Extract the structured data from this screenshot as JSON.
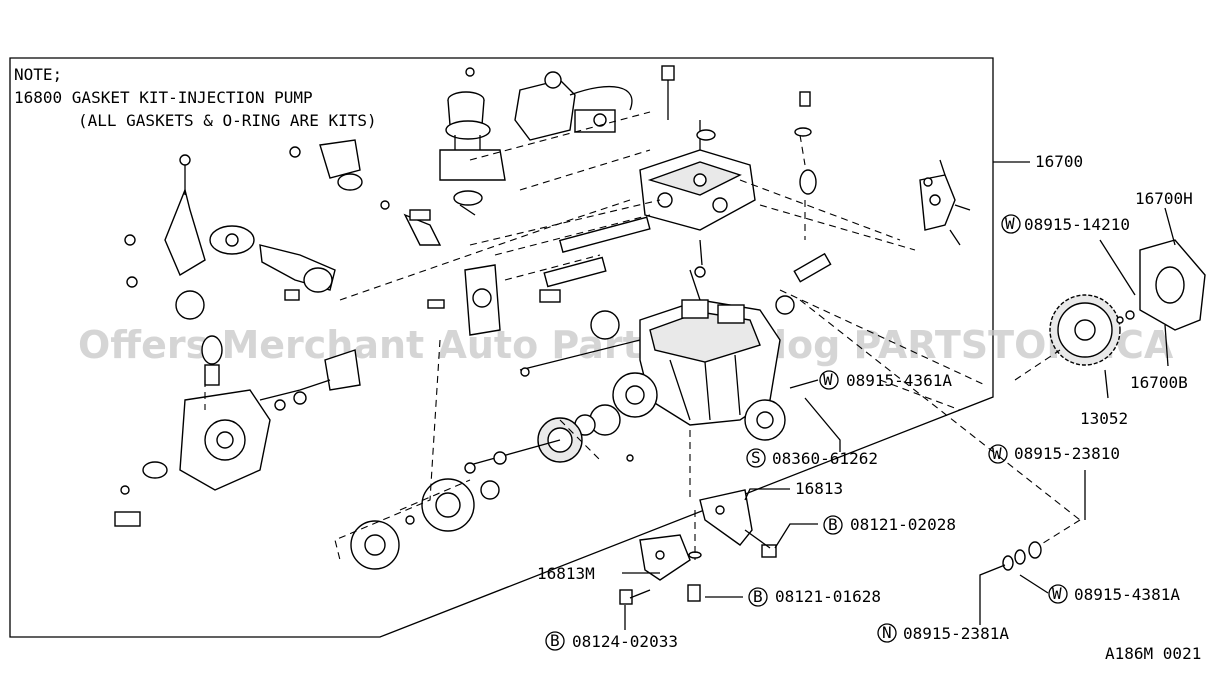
{
  "note": {
    "line1": "NOTE;",
    "line2": "16800 GASKET KIT-INJECTION PUMP",
    "line3": "(ALL GASKETS & O-RING ARE KITS)"
  },
  "watermark": "Offers Merchant Auto Parts Catalog PARTSTORE.CA",
  "callouts": [
    {
      "id": "16700",
      "text": "16700",
      "prefix": ""
    },
    {
      "id": "16700h",
      "text": "16700H",
      "prefix": ""
    },
    {
      "id": "w-08915-14210",
      "text": "08915-14210",
      "prefix": "W"
    },
    {
      "id": "16700b",
      "text": "16700B",
      "prefix": ""
    },
    {
      "id": "w-08915-4361a",
      "text": "08915-4361A",
      "prefix": "W"
    },
    {
      "id": "13052",
      "text": "13052",
      "prefix": ""
    },
    {
      "id": "s-08360-61262",
      "text": "08360-61262",
      "prefix": "S"
    },
    {
      "id": "w-08915-23810",
      "text": "08915-23810",
      "prefix": "W"
    },
    {
      "id": "16813",
      "text": "16813",
      "prefix": ""
    },
    {
      "id": "b-08121-02028",
      "text": "08121-02028",
      "prefix": "B"
    },
    {
      "id": "16813m",
      "text": "16813M",
      "prefix": ""
    },
    {
      "id": "b-08121-01628",
      "text": "08121-01628",
      "prefix": "B"
    },
    {
      "id": "w-08915-4381a",
      "text": "08915-4381A",
      "prefix": "W"
    },
    {
      "id": "n-08915-2381a",
      "text": "08915-2381A",
      "prefix": "N"
    },
    {
      "id": "b-08124-02033",
      "text": "08124-02033",
      "prefix": "B"
    }
  ],
  "diagram_code": "A186M 0021"
}
